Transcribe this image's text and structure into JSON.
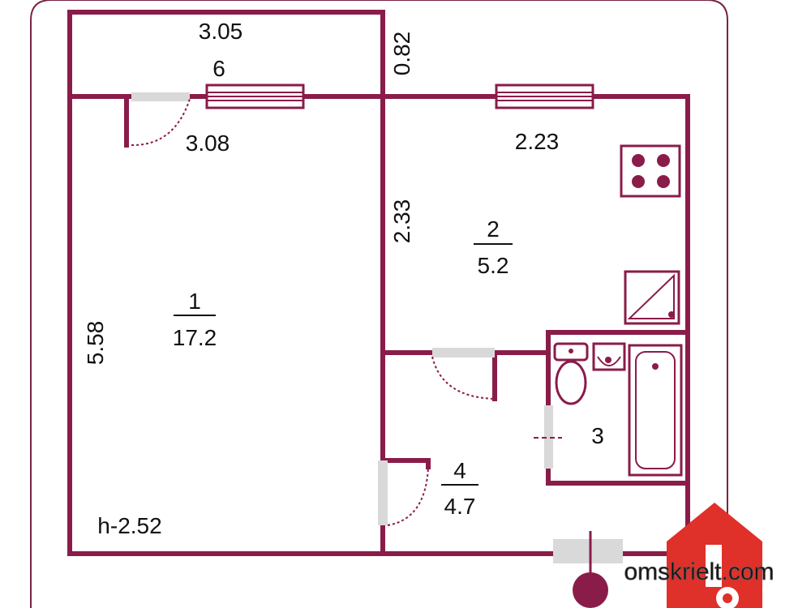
{
  "dimensions": {
    "balcony_length": "3.05",
    "balcony_depth": "0.82",
    "room1_top": "3.08",
    "kitchen_top": "2.23",
    "kitchen_side": "2.33",
    "room1_side": "5.58",
    "ceiling_height": "h-2.52"
  },
  "rooms": {
    "balcony": {
      "number": "6"
    },
    "room1": {
      "number": "1",
      "area": "17.2"
    },
    "kitchen": {
      "number": "2",
      "area": "5.2"
    },
    "bathroom": {
      "number": "3"
    },
    "hallway": {
      "number": "4",
      "area": "4.7"
    }
  },
  "brand": {
    "site": "omskrielt.com"
  },
  "colors": {
    "wall": "#8a1c4a",
    "frame": "#7a2346",
    "door_leaf": "#d9d9d9",
    "logo_red": "#e0302a"
  }
}
